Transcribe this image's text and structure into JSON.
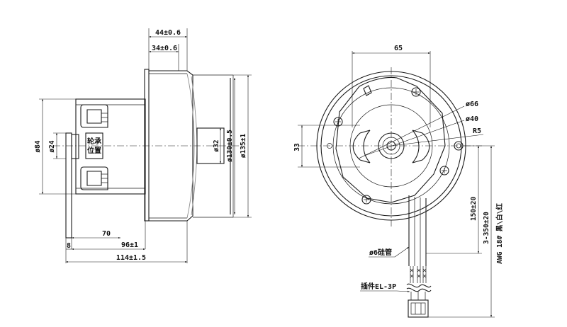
{
  "side_view": {
    "bearing_label_1": "轮承",
    "bearing_label_2": "位置",
    "dims": {
      "d44": "44±0.6",
      "d34": "34±0.6",
      "dia84": "ø84",
      "dia24": "ø24",
      "dia32": "ø32",
      "dia130": "ø130±0.5",
      "dia135": "ø135±1",
      "d70": "70",
      "d8": "8",
      "d96": "96±1",
      "d114": "114±1.5"
    }
  },
  "front_view": {
    "dims": {
      "d65": "65",
      "d33": "33",
      "dia66": "ø66",
      "dia40": "ø40",
      "r5": "R5",
      "d150": "150±20",
      "d350": "3-350±20"
    },
    "labels": {
      "tube": "ø6硅管",
      "connector": "插件EL-3P",
      "wire_spec": "AWG 18# 黑\\白\\红"
    }
  }
}
